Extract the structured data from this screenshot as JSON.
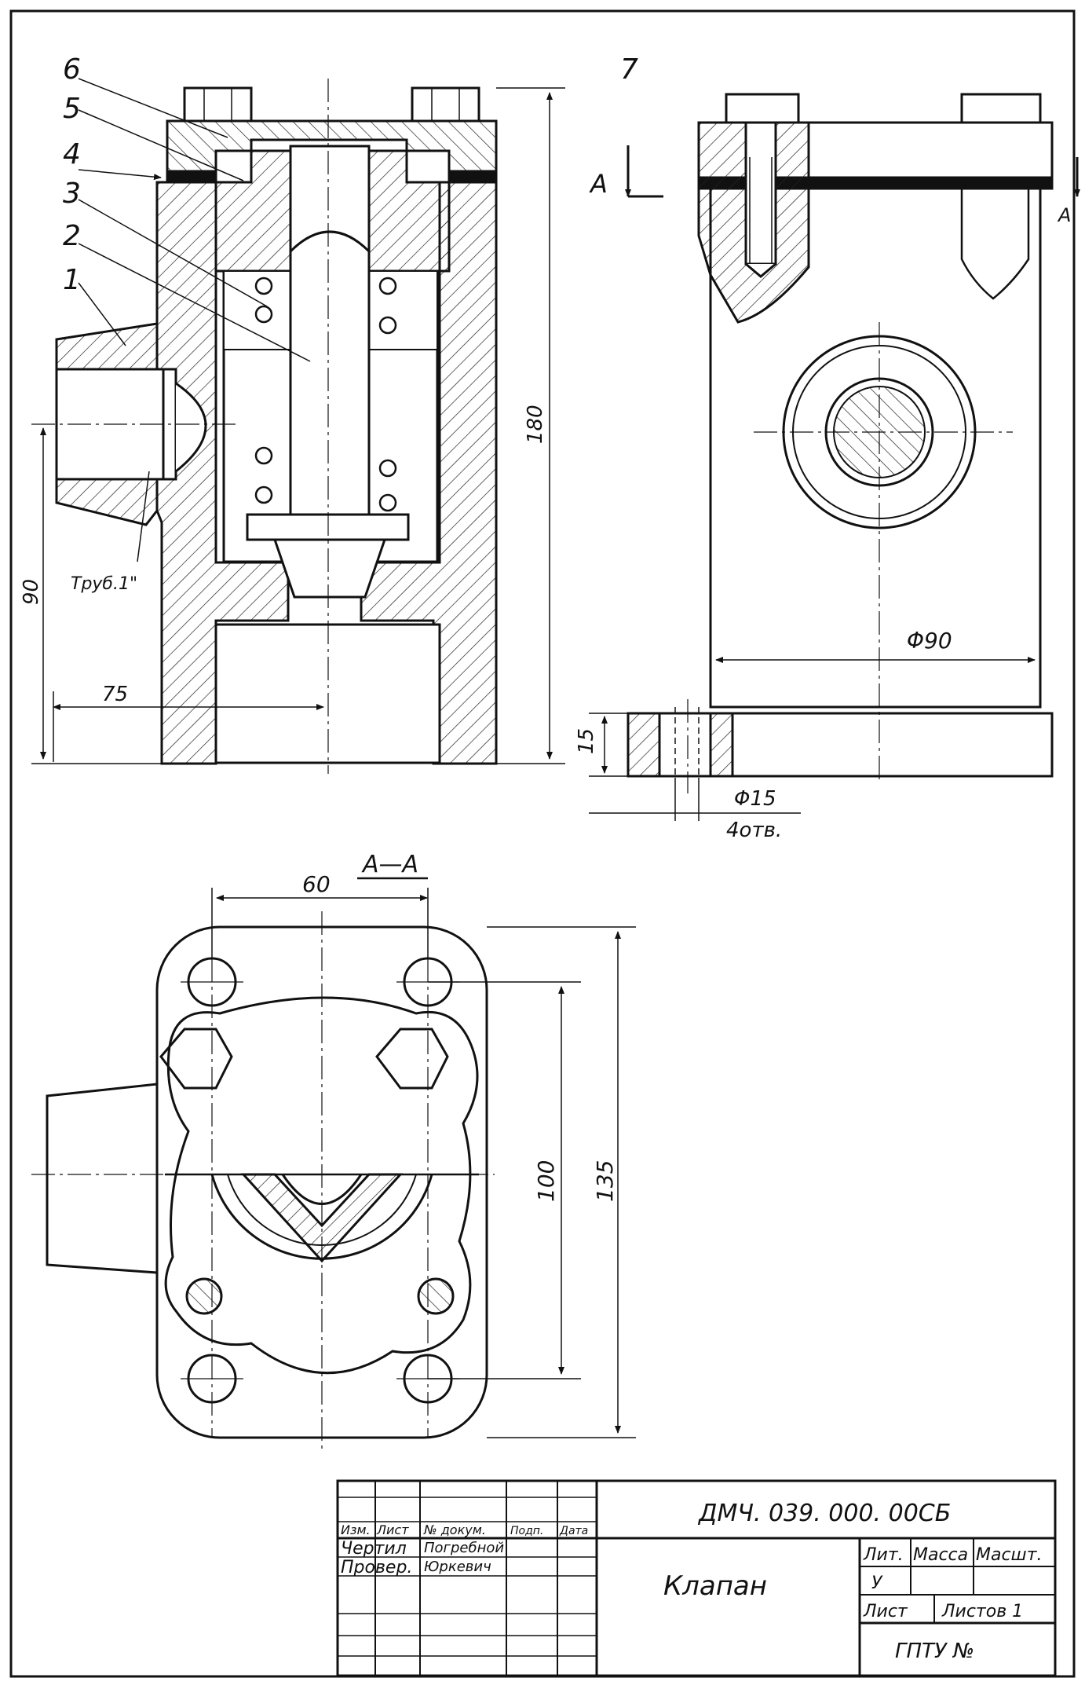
{
  "drawing": {
    "views": {
      "section_label": "A—A",
      "cut_marker_left": "A",
      "cut_marker_right": "A"
    },
    "callouts": [
      "1",
      "2",
      "3",
      "4",
      "5",
      "6",
      "7"
    ],
    "dimensions": {
      "height_total": "180",
      "height_inlet": "90",
      "inlet_offset": "75",
      "body_diameter": "Φ90",
      "flange_thickness": "15",
      "hole_diameter": "Φ15",
      "hole_count": "4отв.",
      "bolt_spacing": "60",
      "flange_inner": "100",
      "flange_outer": "135",
      "pipe_thread": "Труб.1\""
    }
  },
  "title_block": {
    "document_number": "ДМЧ. 039. 000. 00СБ",
    "part_name": "Клапан",
    "headers": [
      "Изм.",
      "Лист",
      "№ докум.",
      "Подп.",
      "Дата"
    ],
    "roles": [
      {
        "role": "Чертил",
        "name": "Погребной"
      },
      {
        "role": "Провер.",
        "name": "Юркевич"
      }
    ],
    "lit_label": "Лит.",
    "mass_label": "Масса",
    "scale_label": "Масшт.",
    "lit_value": "У",
    "sheet_label": "Лист",
    "sheets_label": "Листов 1",
    "organization": "ГПТУ №"
  }
}
